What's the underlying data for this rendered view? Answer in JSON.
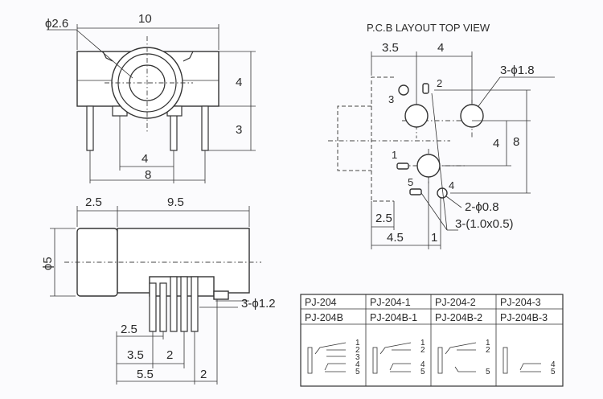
{
  "front_view": {
    "dia_label": "ϕ2.6",
    "width_label": "10",
    "height_label": "4",
    "pin_length_label": "3",
    "inner_pitch_label": "4",
    "outer_pitch_label": "8"
  },
  "pcb_layout": {
    "title": "P.C.B LAYOUT  TOP VIEW",
    "dim_top_left": "3.5",
    "dim_top_right": "4",
    "big_hole_label": "3-ϕ1.8",
    "small_hole_label": "2-ϕ0.8",
    "slot_label": "3-(1.0x0.5)",
    "dim_bottom_left": "2.5",
    "dim_bottom_mid": "4.5",
    "dim_bottom_right": "1",
    "dim_vertical_inner": "4",
    "dim_vertical_outer": "8",
    "pin_numbers": [
      "1",
      "2",
      "3",
      "4",
      "5"
    ]
  },
  "side_view": {
    "dia_label": "ϕ5",
    "dim_front": "2.5",
    "dim_body": "9.5",
    "pin_label": "3-ϕ1.2",
    "dim_pin1": "2.5",
    "dim_pin2": "3.5",
    "dim_pin3": "2",
    "dim_pin4": "5.5",
    "dim_pin5": "2"
  },
  "model_table": {
    "row1": [
      "PJ-204",
      "PJ-204-1",
      "PJ-204-2",
      "PJ-204-3"
    ],
    "row2": [
      "PJ-204B",
      "PJ-204B-1",
      "PJ-204B-2",
      "PJ-204B-3"
    ],
    "schematics": [
      [
        "1",
        "2",
        "3",
        "4",
        "5"
      ],
      [
        "1",
        "2",
        "4",
        "5"
      ],
      [
        "1",
        "2",
        "5"
      ],
      [
        "4",
        "5"
      ]
    ]
  }
}
